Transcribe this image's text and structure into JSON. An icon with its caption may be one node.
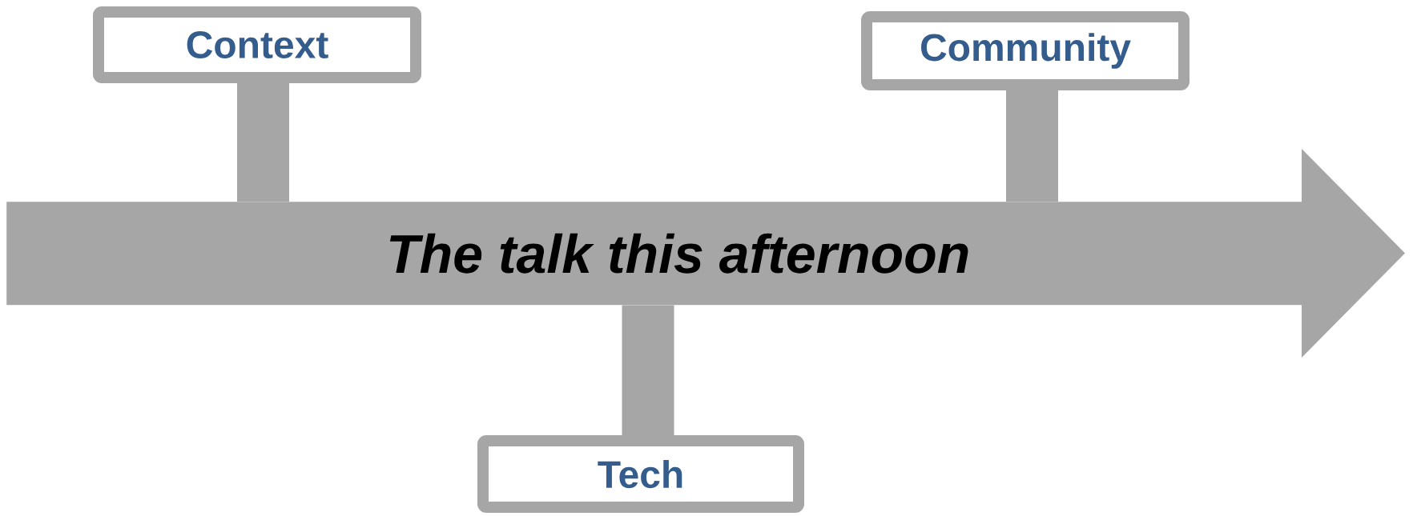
{
  "diagram": {
    "nodes": [
      {
        "text": [
          "The talk this afternoon"
        ]
      },
      {
        "text": [
          "Context"
        ]
      },
      {
        "text": [
          "Community"
        ]
      },
      {
        "text": [
          "Tech"
        ]
      }
    ],
    "edges": [
      {
        "from": 1,
        "to": 0,
        "arrow": "none"
      },
      {
        "from": 2,
        "to": 0,
        "arrow": "none"
      },
      {
        "from": 3,
        "to": 0,
        "arrow": "none"
      }
    ]
  }
}
